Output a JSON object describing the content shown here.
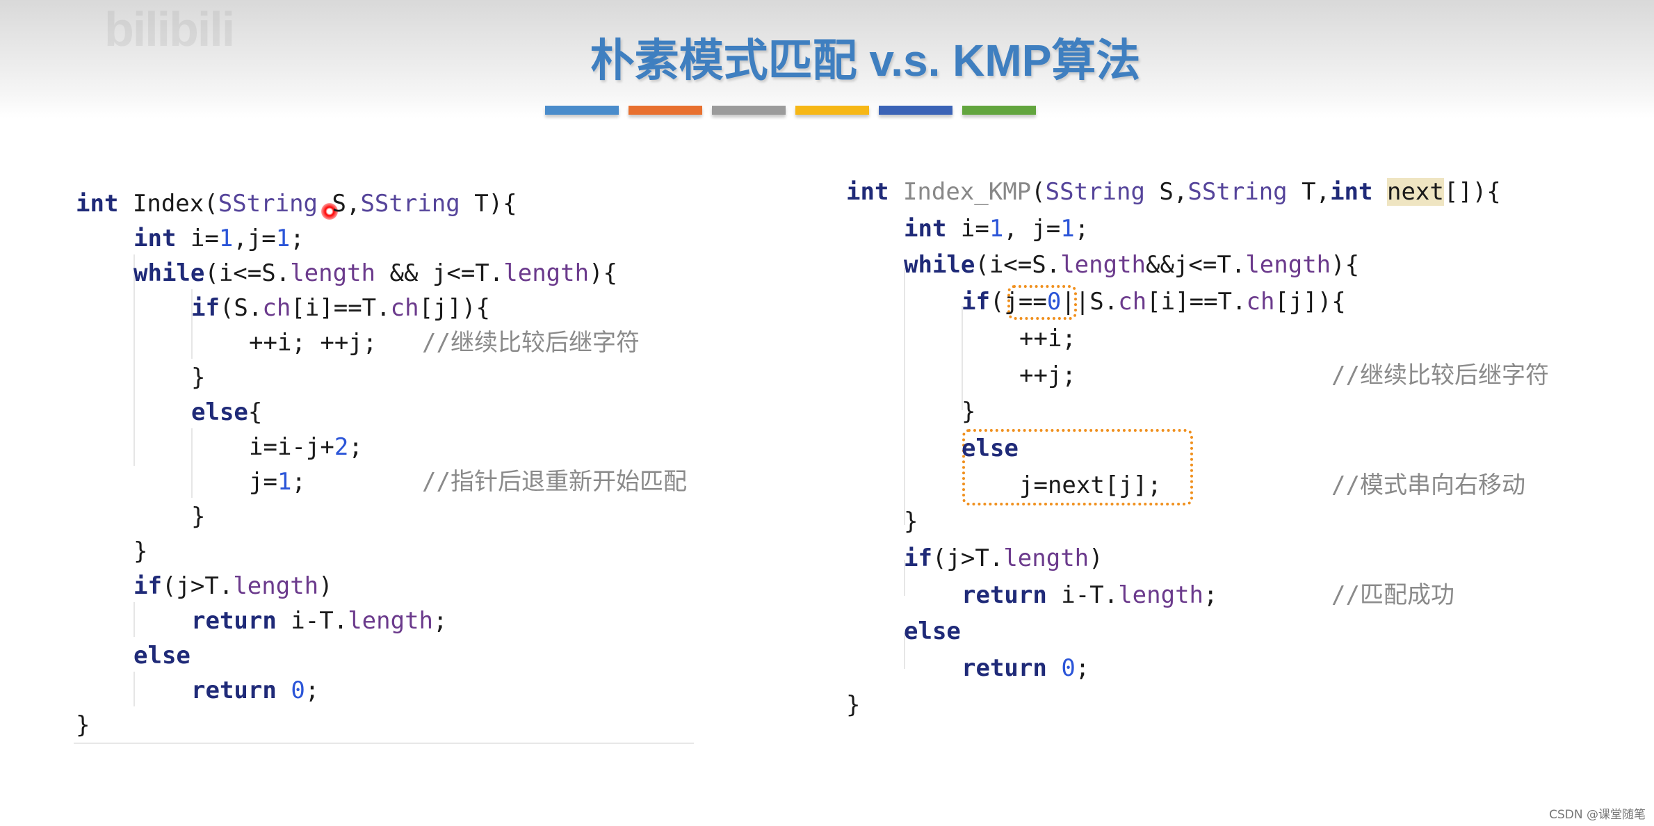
{
  "header": {
    "watermark": "bilibili",
    "title": "朴素模式匹配 v.s. KMP算法",
    "bar_colors": [
      "#4a8ccb",
      "#e8702f",
      "#9b9b9b",
      "#f6b716",
      "#3b63b6",
      "#62a53e"
    ]
  },
  "left_code": {
    "lines": [
      {
        "indent": 0,
        "tokens": [
          [
            "int",
            "kw"
          ],
          [
            " Index(",
            ""
          ],
          [
            "SString",
            "typ"
          ],
          [
            " S,",
            ""
          ],
          [
            "SString",
            "typ"
          ],
          [
            " T){",
            ""
          ]
        ]
      },
      {
        "indent": 1,
        "tokens": [
          [
            "int",
            "kw"
          ],
          [
            " i=",
            ""
          ],
          [
            "1",
            "num"
          ],
          [
            ",j=",
            ""
          ],
          [
            "1",
            "num"
          ],
          [
            ";",
            ""
          ]
        ]
      },
      {
        "indent": 1,
        "tokens": [
          [
            "while",
            "kw"
          ],
          [
            "(i<=S.",
            ""
          ],
          [
            "length",
            "fld"
          ],
          [
            " && j<=T.",
            ""
          ],
          [
            "length",
            "fld"
          ],
          [
            "){",
            ""
          ]
        ]
      },
      {
        "indent": 2,
        "tokens": [
          [
            "if",
            "kw"
          ],
          [
            "(S.",
            ""
          ],
          [
            "ch",
            "fld"
          ],
          [
            "[i]==T.",
            ""
          ],
          [
            "ch",
            "fld"
          ],
          [
            "[j]){",
            ""
          ]
        ]
      },
      {
        "indent": 3,
        "tokens": [
          [
            "++i; ++j;",
            ""
          ]
        ],
        "comment": "//继续比较后继字符"
      },
      {
        "indent": 2,
        "tokens": [
          [
            "}",
            ""
          ]
        ]
      },
      {
        "indent": 2,
        "tokens": [
          [
            "else",
            "kw"
          ],
          [
            "{",
            ""
          ]
        ]
      },
      {
        "indent": 3,
        "tokens": [
          [
            "i=i-j+",
            ""
          ],
          [
            "2",
            "num"
          ],
          [
            ";",
            ""
          ]
        ]
      },
      {
        "indent": 3,
        "tokens": [
          [
            "j=",
            ""
          ],
          [
            "1",
            "num"
          ],
          [
            ";",
            ""
          ]
        ],
        "comment": "//指针后退重新开始匹配"
      },
      {
        "indent": 2,
        "tokens": [
          [
            "}",
            ""
          ]
        ]
      },
      {
        "indent": 1,
        "tokens": [
          [
            "}",
            ""
          ]
        ]
      },
      {
        "indent": 1,
        "tokens": [
          [
            "if",
            "kw"
          ],
          [
            "(j>T.",
            ""
          ],
          [
            "length",
            "fld"
          ],
          [
            ")",
            ""
          ]
        ]
      },
      {
        "indent": 2,
        "tokens": [
          [
            "return",
            "kw"
          ],
          [
            " i-T.",
            ""
          ],
          [
            "length",
            "fld"
          ],
          [
            ";",
            ""
          ]
        ]
      },
      {
        "indent": 1,
        "tokens": [
          [
            "else",
            "kw"
          ]
        ]
      },
      {
        "indent": 2,
        "tokens": [
          [
            "return",
            "kw"
          ],
          [
            " ",
            ""
          ],
          [
            "0",
            "num"
          ],
          [
            ";",
            ""
          ]
        ]
      },
      {
        "indent": 0,
        "tokens": [
          [
            "}",
            ""
          ]
        ]
      }
    ]
  },
  "right_code": {
    "lines": [
      {
        "indent": 0,
        "tokens": [
          [
            "int",
            "kw"
          ],
          [
            " ",
            ""
          ],
          [
            "Index_KMP",
            "fn"
          ],
          [
            "(",
            ""
          ],
          [
            "SString",
            "typ"
          ],
          [
            " S,",
            ""
          ],
          [
            "SString",
            "typ"
          ],
          [
            " T,",
            ""
          ],
          [
            "int",
            "kw"
          ],
          [
            " ",
            ""
          ],
          [
            "next",
            "hl"
          ],
          [
            "[]){",
            ""
          ]
        ]
      },
      {
        "indent": 1,
        "tokens": [
          [
            "int",
            "kw"
          ],
          [
            " i=",
            ""
          ],
          [
            "1",
            "num"
          ],
          [
            ", j=",
            ""
          ],
          [
            "1",
            "num"
          ],
          [
            ";",
            ""
          ]
        ]
      },
      {
        "indent": 1,
        "tokens": [
          [
            "while",
            "kw"
          ],
          [
            "(i<=S.",
            ""
          ],
          [
            "length",
            "fld"
          ],
          [
            "&&j<=T.",
            ""
          ],
          [
            "length",
            "fld"
          ],
          [
            "){",
            ""
          ]
        ]
      },
      {
        "indent": 2,
        "tokens": [
          [
            "if",
            "kw"
          ],
          [
            "(j==",
            ""
          ],
          [
            "0",
            "num"
          ],
          [
            "||S.",
            ""
          ],
          [
            "ch",
            "fld"
          ],
          [
            "[i]==T.",
            ""
          ],
          [
            "ch",
            "fld"
          ],
          [
            "[j]){",
            ""
          ]
        ]
      },
      {
        "indent": 3,
        "tokens": [
          [
            "++i;",
            ""
          ]
        ]
      },
      {
        "indent": 3,
        "tokens": [
          [
            "++j;",
            ""
          ]
        ],
        "comment": "//继续比较后继字符"
      },
      {
        "indent": 2,
        "tokens": [
          [
            "}",
            ""
          ]
        ]
      },
      {
        "indent": 2,
        "tokens": [
          [
            "else",
            "kw"
          ]
        ]
      },
      {
        "indent": 3,
        "tokens": [
          [
            "j=next[j];",
            ""
          ]
        ],
        "comment": "//模式串向右移动"
      },
      {
        "indent": 1,
        "tokens": [
          [
            "}",
            ""
          ]
        ]
      },
      {
        "indent": 1,
        "tokens": [
          [
            "if",
            "kw"
          ],
          [
            "(j>T.",
            ""
          ],
          [
            "length",
            "fld"
          ],
          [
            ")",
            ""
          ]
        ]
      },
      {
        "indent": 2,
        "tokens": [
          [
            "return",
            "kw"
          ],
          [
            " i-T.",
            ""
          ],
          [
            "length",
            "fld"
          ],
          [
            ";",
            ""
          ]
        ],
        "comment": "//匹配成功"
      },
      {
        "indent": 1,
        "tokens": [
          [
            "else",
            "kw"
          ]
        ]
      },
      {
        "indent": 2,
        "tokens": [
          [
            "return",
            "kw"
          ],
          [
            " ",
            ""
          ],
          [
            "0",
            "num"
          ],
          [
            ";",
            ""
          ]
        ]
      },
      {
        "indent": 0,
        "tokens": [
          [
            "}",
            ""
          ]
        ]
      }
    ]
  },
  "footer": {
    "credit": "CSDN @课堂随笔"
  }
}
